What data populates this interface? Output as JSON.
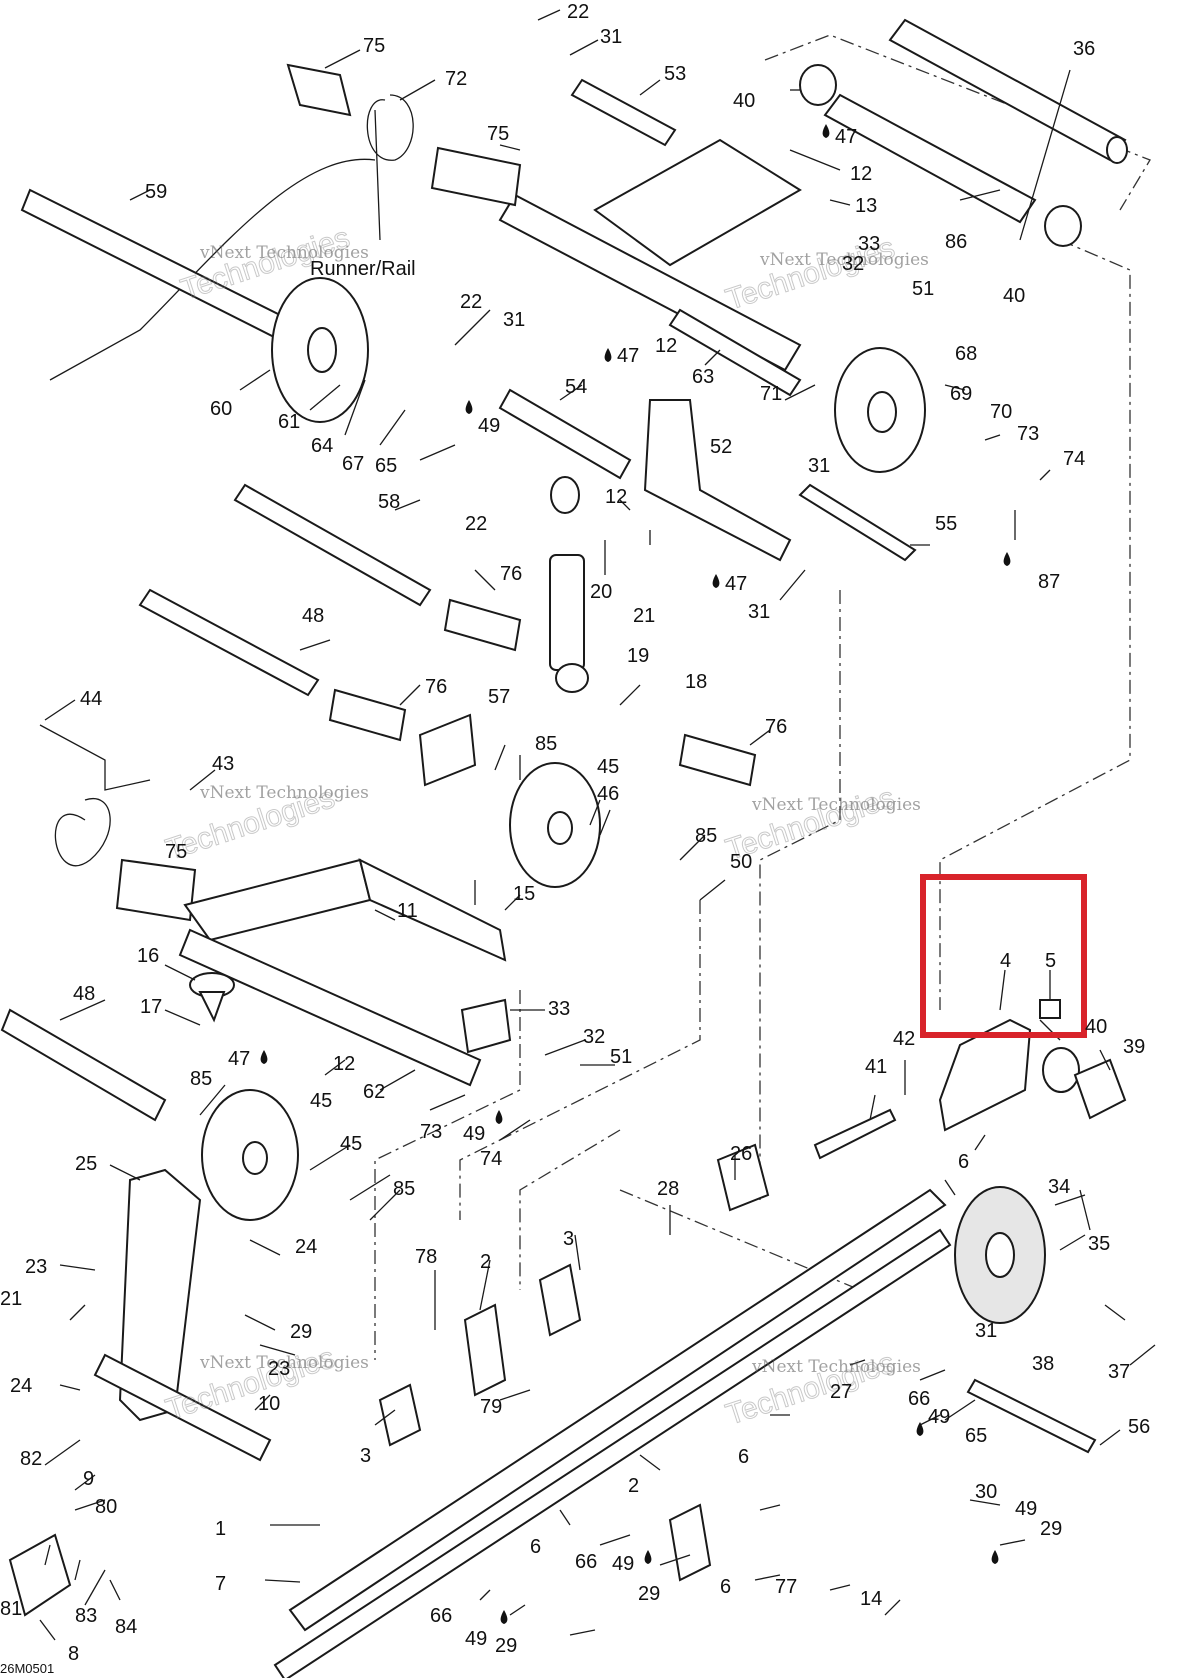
{
  "diagram": {
    "title_label": "Runner/Rail",
    "drawing_code": "26M0501",
    "watermark_line1": "vNext Technologies",
    "watermark_line2": "Technologies",
    "highlight_color": "#d8232a",
    "callouts": [
      "1",
      "2",
      "3",
      "4",
      "5",
      "6",
      "7",
      "8",
      "9",
      "10",
      "11",
      "12",
      "13",
      "14",
      "15",
      "16",
      "17",
      "18",
      "19",
      "20",
      "21",
      "22",
      "23",
      "24",
      "25",
      "26",
      "27",
      "28",
      "29",
      "30",
      "31",
      "32",
      "33",
      "34",
      "35",
      "36",
      "37",
      "38",
      "39",
      "40",
      "41",
      "42",
      "43",
      "44",
      "45",
      "46",
      "47",
      "48",
      "49",
      "50",
      "51",
      "52",
      "53",
      "54",
      "55",
      "56",
      "57",
      "58",
      "59",
      "60",
      "61",
      "62",
      "63",
      "64",
      "65",
      "66",
      "67",
      "68",
      "69",
      "70",
      "71",
      "72",
      "73",
      "74",
      "75",
      "76",
      "77",
      "78",
      "79",
      "80",
      "81",
      "82",
      "83",
      "84",
      "85",
      "86",
      "87"
    ]
  }
}
